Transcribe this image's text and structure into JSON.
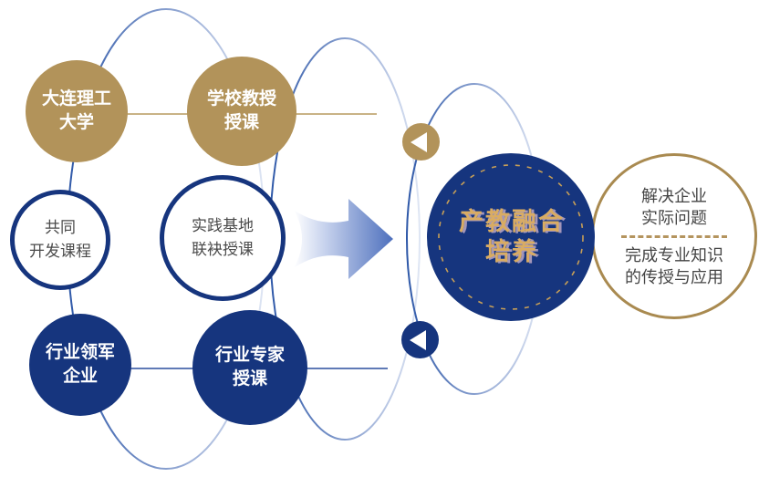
{
  "colors": {
    "gold": "#b2935a",
    "navy": "#16357e",
    "gold_text": "#d9ac63",
    "line_gold": "#b79a5e",
    "line_navy": "#2a4e9e",
    "body_text": "#4a4a4a",
    "arc_dark": "#2e58a8",
    "arc_light": "#dfe6f4",
    "arrow_start": "#ffffff",
    "arrow_end": "#4e70bd"
  },
  "nodes": {
    "university": {
      "line1": "大连理工",
      "line2": "大学"
    },
    "school_teaching": {
      "line1": "学校教授",
      "line2": "授课"
    },
    "co_develop": {
      "line1": "共同",
      "line2": "开发课程"
    },
    "practice_base": {
      "line1": "实践基地",
      "line2": "联袂授课"
    },
    "leading_enterprise": {
      "line1": "行业领军",
      "line2": "企业"
    },
    "industry_expert": {
      "line1": "行业专家",
      "line2": "授课"
    },
    "integration": {
      "line1": "产教融合",
      "line2": "培养"
    },
    "outcome": {
      "solve_line1": "解决企业",
      "solve_line2": "实际问题",
      "apply_line1": "完成专业知识",
      "apply_line2": "的传授与应用"
    }
  },
  "icons": {
    "play_left_gold": "left-triangle",
    "play_left_navy": "left-triangle"
  }
}
